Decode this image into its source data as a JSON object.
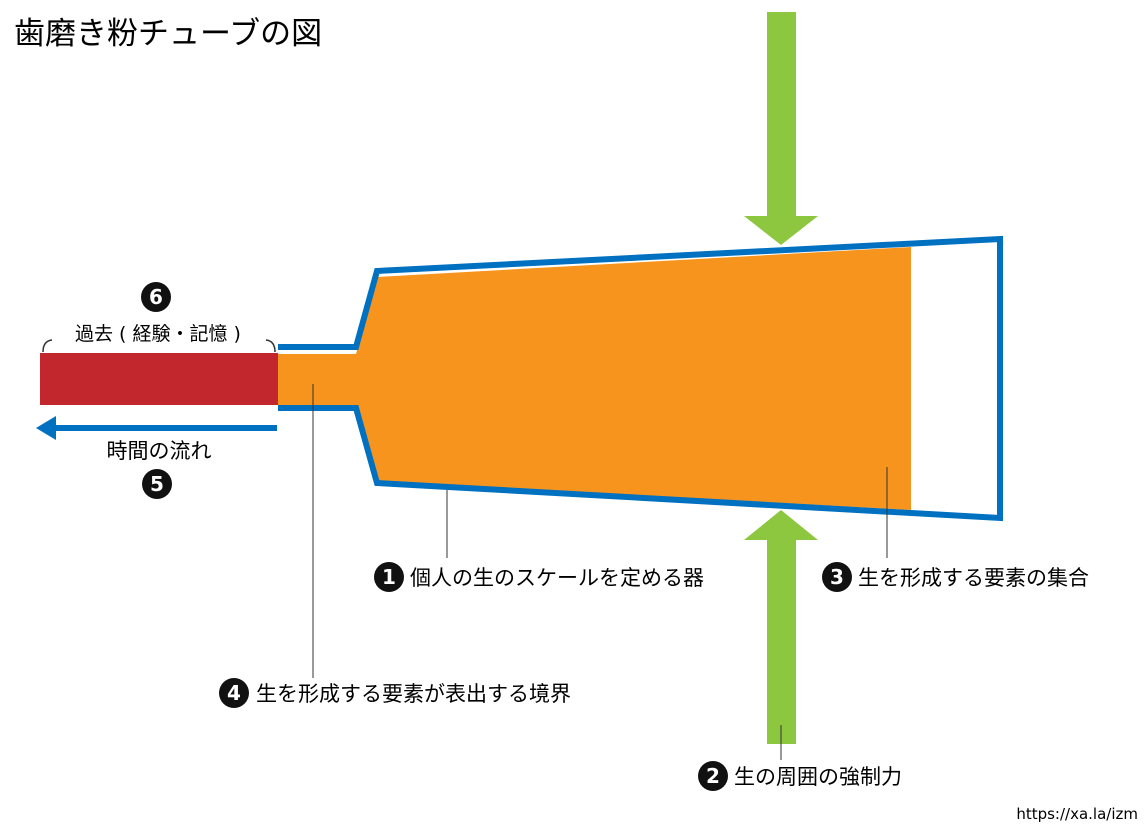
{
  "title": "歯磨き粉チューブの図",
  "labels": {
    "past": "過去 ( 経験・記憶 )",
    "time_flow": "時間の流れ",
    "container": "個人の生のスケールを定める器",
    "pressure": "生の周囲の強制力",
    "elements_set": "生を形成する要素の集合",
    "boundary": "生を形成する要素が表出する境界"
  },
  "numbers": {
    "container": "1",
    "pressure": "2",
    "elements_set": "3",
    "boundary": "4",
    "time_flow": "5",
    "past": "6"
  },
  "url": "https://xa.la/izm",
  "colors": {
    "outline": "#0070c0",
    "paste": "#f7941d",
    "past": "#c1272d",
    "arrow_green": "#8dc63f",
    "badge": "#111111",
    "leader": "#333333"
  },
  "icons": {
    "time_arrow": "arrow-left-icon",
    "pressure_top": "arrow-down-icon",
    "pressure_bottom": "arrow-up-icon"
  }
}
